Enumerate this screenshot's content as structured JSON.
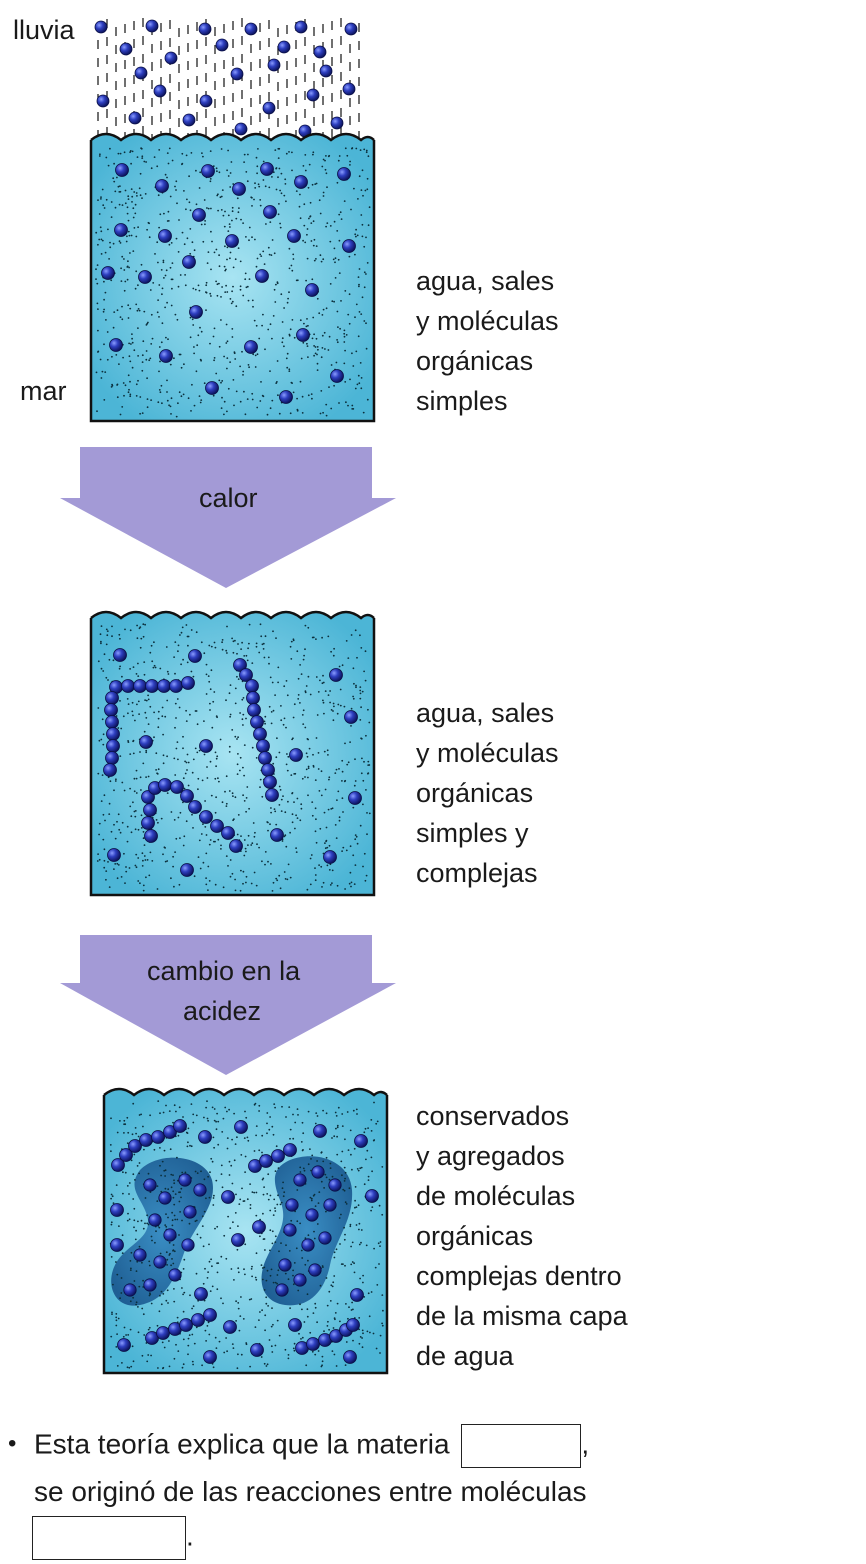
{
  "labels": {
    "rain": "lluvia",
    "sea": "mar"
  },
  "stages": [
    {
      "description": [
        "agua, sales",
        "y moléculas",
        "orgánicas",
        "simples"
      ]
    },
    {
      "description": [
        "agua, sales",
        "y moléculas",
        "orgánicas",
        "simples y",
        "complejas"
      ]
    },
    {
      "description": [
        "conservados",
        "y agregados",
        "de moléculas",
        "orgánicas",
        "complejas dentro",
        "de la misma capa",
        "de agua"
      ]
    }
  ],
  "arrows": [
    {
      "lines": [
        "calor"
      ]
    },
    {
      "lines": [
        "cambio en la",
        "acidez"
      ]
    }
  ],
  "question": {
    "bullet": "•",
    "line1_text": "Esta teoría explica que la materia",
    "line1_end": ",",
    "line2_text": "se originó de las reacciones entre moléculas",
    "line3_end": "."
  },
  "colors": {
    "water": "#7ad0e6",
    "water_deep": "#4fb6d4",
    "molecule": "#2433a0",
    "arrow": "#a39ad6",
    "coacervate": "#2f7fb3"
  }
}
